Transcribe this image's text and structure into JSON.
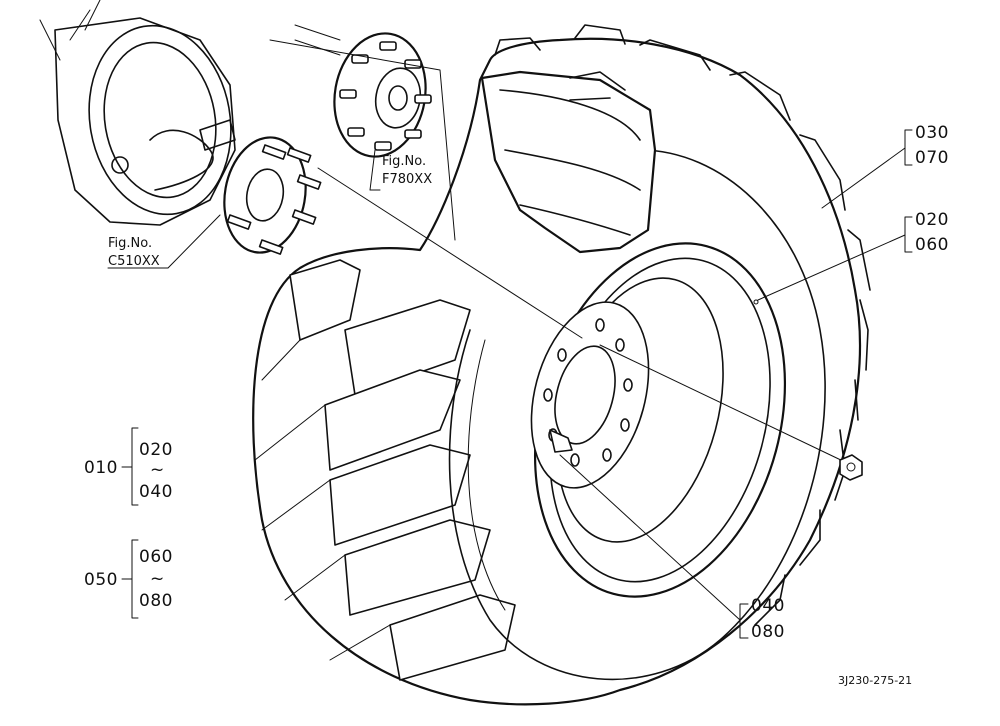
{
  "callouts": {
    "c030": "030",
    "c070": "070",
    "c020": "020",
    "c060": "060",
    "c040": "040",
    "c080": "080"
  },
  "groups": [
    {
      "code": "010",
      "from": "020",
      "tilde": "~",
      "to": "040"
    },
    {
      "code": "050",
      "from": "060",
      "tilde": "~",
      "to": "080"
    }
  ],
  "refs": {
    "ref1_label": "Fig.No.",
    "ref1_code": "C510XX",
    "ref2_label": "Fig.No.",
    "ref2_code": "F780XX"
  },
  "drawing_code": "3J230-275-21",
  "icons": [
    "tire-icon",
    "wheel-rim-icon",
    "axle-hub-icon",
    "wheel-hub-icon",
    "lug-nut-icon"
  ]
}
